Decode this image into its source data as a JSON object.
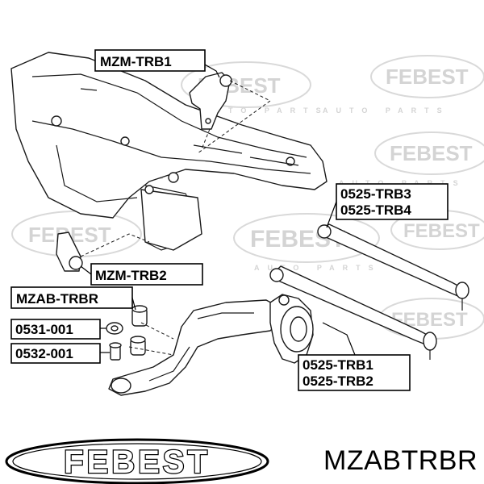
{
  "labels": {
    "mzm_trb1": "MZM-TRB1",
    "mzm_trb2": "MZM-TRB2",
    "mzab_trbr": "MZAB-TRBR",
    "p0531_001": "0531-001",
    "p0532_001": "0532-001",
    "p0525_trb3": "0525-TRB3",
    "p0525_trb4": "0525-TRB4",
    "p0525_trb1": "0525-TRB1",
    "p0525_trb2": "0525-TRB2"
  },
  "brand": {
    "logo_text": "FEBEST",
    "watermark_text": "FEBEST",
    "watermark_subtext": "AUTO PARTS"
  },
  "part_code": "MZABTRBR"
}
